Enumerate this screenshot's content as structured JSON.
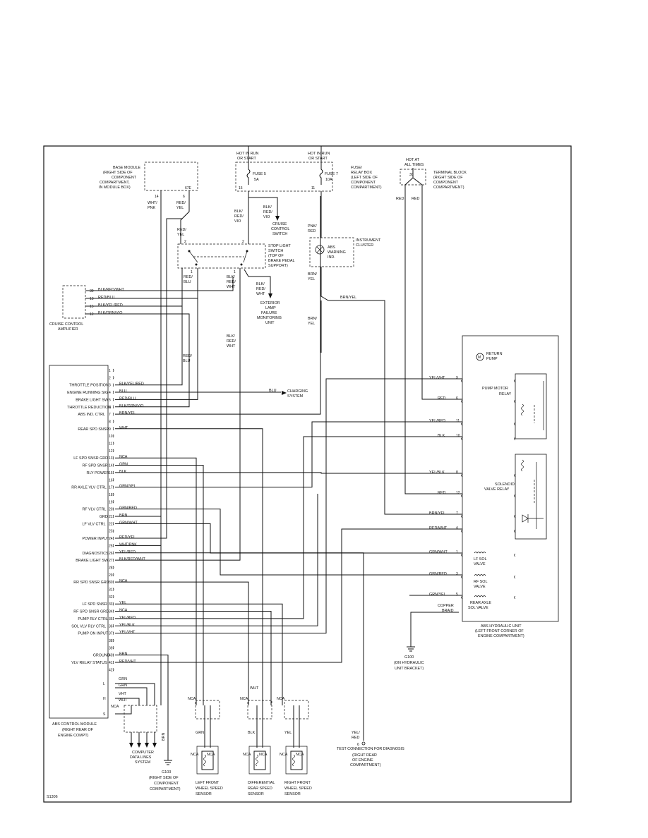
{
  "figure_id": "S1306",
  "module": {
    "name_lines": [
      "ABS CONTROL MODULE",
      "(RIGHT REAR OF",
      "ENGINE COMPT)"
    ],
    "pins": [
      {
        "n": "1",
        "label": "",
        "wire": ""
      },
      {
        "n": "2",
        "label": "",
        "wire": ""
      },
      {
        "n": "3",
        "label": "THROTTLE POSITION",
        "wire": "BLK/YEL/RED"
      },
      {
        "n": "4",
        "label": "ENGINE RUNNING SIG",
        "wire": "BLU"
      },
      {
        "n": "5",
        "label": "BRAKE LIGHT SW",
        "wire": "RED/BLU"
      },
      {
        "n": "6",
        "label": "THROTTLE REDUCTION",
        "wire": "BLK/GRN/VIO"
      },
      {
        "n": "7",
        "label": "ABS IND. CTRL",
        "wire": "BRN/YEL"
      },
      {
        "n": "8",
        "label": "",
        "wire": ""
      },
      {
        "n": "9",
        "label": "REAR SPD SNSR",
        "wire": "WHT"
      },
      {
        "n": "10",
        "label": "",
        "wire": ""
      },
      {
        "n": "11",
        "label": "",
        "wire": ""
      },
      {
        "n": "12",
        "label": "",
        "wire": ""
      },
      {
        "n": "13",
        "label": "LF SPD SNSR GRD",
        "wire": "NCA"
      },
      {
        "n": "14",
        "label": "RF SPD SNSR",
        "wire": "GRN"
      },
      {
        "n": "15",
        "label": "RLY POWER",
        "wire": "BLK"
      },
      {
        "n": "16",
        "label": "",
        "wire": ""
      },
      {
        "n": "17",
        "label": "RR AXLE VLV CTRL",
        "wire": "GRN/YEL"
      },
      {
        "n": "18",
        "label": "",
        "wire": ""
      },
      {
        "n": "19",
        "label": "",
        "wire": ""
      },
      {
        "n": "20",
        "label": "RF VLV CTRL",
        "wire": "GRN/RED"
      },
      {
        "n": "21",
        "label": "GRD",
        "wire": "BRN"
      },
      {
        "n": "22",
        "label": "LF VLV CTRL",
        "wire": "GRN/WHT"
      },
      {
        "n": "23",
        "label": "",
        "wire": ""
      },
      {
        "n": "24",
        "label": "POWER INPUT",
        "wire": "RED/YEL"
      },
      {
        "n": "25",
        "label": "",
        "wire": "WHT/PNK"
      },
      {
        "n": "26",
        "label": "DIAGNOSTICS",
        "wire": "YEL/RED"
      },
      {
        "n": "27",
        "label": "BRAKE LIGHT SW",
        "wire": "BLK/RED/WHT"
      },
      {
        "n": "28",
        "label": "",
        "wire": ""
      },
      {
        "n": "29",
        "label": "",
        "wire": ""
      },
      {
        "n": "30",
        "label": "RR SPD SNSR GRD",
        "wire": "NCA"
      },
      {
        "n": "31",
        "label": "",
        "wire": ""
      },
      {
        "n": "32",
        "label": "",
        "wire": ""
      },
      {
        "n": "33",
        "label": "LF SPD SNSR",
        "wire": "YEL"
      },
      {
        "n": "34",
        "label": "RF SPD SNSR GRD",
        "wire": "NCA"
      },
      {
        "n": "35",
        "label": "PUMP RLY CTRL",
        "wire": "YEL/RED"
      },
      {
        "n": "36",
        "label": "SOL VLV RLY CTRL",
        "wire": "YEL/BLK"
      },
      {
        "n": "37",
        "label": "PUMP ON INPUT",
        "wire": "YEL/VHT"
      },
      {
        "n": "38",
        "label": "",
        "wire": ""
      },
      {
        "n": "39",
        "label": "",
        "wire": ""
      },
      {
        "n": "40",
        "label": "GROUND",
        "wire": "BRN"
      },
      {
        "n": "41",
        "label": "VLV RELAY STATUS",
        "wire": "RED/VHT"
      },
      {
        "n": "42",
        "label": "",
        "wire": ""
      }
    ],
    "data_pins": [
      {
        "n": "L",
        "wires": [
          "GRN",
          "GRN"
        ]
      },
      {
        "n": "H",
        "wires": [
          "VHT",
          "WHT"
        ]
      },
      {
        "n": "S",
        "wires": [
          "NCA"
        ]
      }
    ]
  },
  "base_module": {
    "lines": [
      "BASE MODULE",
      "(RIGHT SIDE OF",
      "COMPONENT",
      "COMPARTMENT,",
      "IN MODULE BOX)"
    ],
    "pin_a": "14",
    "pin_b": "6",
    "pin_b_sub": "67E",
    "wire_a": [
      "WHT/",
      "PNK"
    ],
    "wire_b": [
      "RED/",
      "YEL"
    ]
  },
  "fuse_box": {
    "hot1": [
      "HOT IN RUN",
      "OR START"
    ],
    "hot2": [
      "HOT IN RUN",
      "OR START"
    ],
    "fuse5": [
      "FUSE 5",
      "5A"
    ],
    "fuse7": [
      "FUSE 7",
      "10A"
    ],
    "pin15": "15",
    "pin11": "11",
    "lines": [
      "FUSE/",
      "RELAY BOX",
      "(LEFT SIDE OF",
      "COMPONENT",
      "COMPARTMENT)"
    ]
  },
  "terminal_block": {
    "hot": [
      "HOT AT",
      "ALL TIMES"
    ],
    "pin": "30",
    "lines": [
      "TERMINAL BLOCK",
      "(RIGHT SIDE OF",
      "COMPONENT",
      "COMPARTMENT)"
    ],
    "wire_left": "RED",
    "wire_right": "RED"
  },
  "cruise_switch": {
    "wire": [
      "BLK/",
      "RED/",
      "VIO"
    ],
    "lines": [
      "CRUISE",
      "CONTROL",
      "SWITCH"
    ]
  },
  "stop_switch": {
    "lines": [
      "STOP LIGHT",
      "SWITCH",
      "(TOP OF",
      "BRAKE PEDAL",
      "SUPPORT)"
    ],
    "pin2a": "2",
    "pin2b": "2",
    "pin1a": "1",
    "pin1b": "1",
    "wire_in_a": [
      "RED/",
      "YEL"
    ],
    "wire_in_b": [
      "BLK/",
      "RED/",
      "VIO"
    ],
    "wire_out_a": [
      "RED/",
      "BLU"
    ],
    "wire_out_b": [
      "BLK/",
      "RED/",
      "WHT"
    ]
  },
  "exterior_lamp": {
    "wire": [
      "BLK/",
      "RED/",
      "WHT"
    ],
    "lines": [
      "EXTERIOR",
      "LAMP",
      "FAILURE",
      "MONITORING",
      "UNIT"
    ]
  },
  "cluster": {
    "wire_in": [
      "PNK/",
      "RED"
    ],
    "lamp": [
      "ABS",
      "WARNING",
      "IND."
    ],
    "lines": [
      "INSTRUMENT",
      "CLUSTER"
    ],
    "wire_out": [
      "BRN/",
      "YEL"
    ],
    "wire_out2": [
      "BRN/",
      "YEL"
    ],
    "branch": "BRN/YEL"
  },
  "cruise_amp": {
    "lines": [
      "CRUISE CONTROL",
      "AMPLIFIER"
    ],
    "pins": [
      {
        "n": "30",
        "wire": "BLK/RED/WHT"
      },
      {
        "n": "13",
        "wire": "RED/BLU"
      },
      {
        "n": "15",
        "wire": "BLK/YEL/RED"
      },
      {
        "n": "12",
        "wire": "BLK/GRN/VIO"
      }
    ]
  },
  "side_wires": {
    "red_blu": [
      "RED/",
      "BLU"
    ],
    "blk_red_wht": [
      "BLK/",
      "RED/",
      "WHT"
    ],
    "red_yel": [
      "RED/",
      "YEL"
    ]
  },
  "charging": {
    "wire": "BLU",
    "lines": [
      "CHARGING",
      "SYSTEM"
    ]
  },
  "hydraulic": {
    "lines": [
      "ABS HYDRAULIC UNIT",
      "(LEFT FRONT CORNER OF",
      "ENGINE COMPARTMENT)"
    ],
    "return_pump": [
      "RETURN",
      "PUMP"
    ],
    "pump_relay": [
      "PUMP MOTOR",
      "RELAY"
    ],
    "sol_relay": [
      "SOLENOID",
      "VALVE RELAY"
    ],
    "lf": [
      "LF SOL",
      "VALVE"
    ],
    "rf": [
      "RF SOL",
      "VALVE"
    ],
    "ra": [
      "REAR AXLE",
      "SOL VALVE"
    ],
    "braid": [
      "COPPER",
      "BRAID"
    ],
    "pins": [
      {
        "n": "9",
        "wire": "YEL/VHT"
      },
      {
        "n": "6",
        "wire": "RED"
      },
      {
        "n": "11",
        "wire": "YEL/RED"
      },
      {
        "n": "10",
        "wire": "BLK"
      },
      {
        "n": "8",
        "wire": "YEL/BLK"
      },
      {
        "n": "12",
        "wire": "RED"
      },
      {
        "n": "7",
        "wire": "BRN/YEL"
      },
      {
        "n": "4",
        "wire": "RED/WHT"
      },
      {
        "n": "1",
        "wire": "GRN/WHT"
      },
      {
        "n": "3",
        "wire": "GRN/RED"
      },
      {
        "n": "5",
        "wire": "GRN/YEL"
      }
    ]
  },
  "ground_g100": [
    "G100",
    "(ON HYDRAULIC",
    "UNIT BRACKET)"
  ],
  "ground_g103": [
    "G103",
    "(RIGHT SIDE OF",
    "COMPONENT",
    "COMPARTMENT)"
  ],
  "data_lines": [
    "COMPUTER",
    "DATA LINES",
    "SYSTEM"
  ],
  "brn_label": "BRN",
  "test_conn": {
    "pin": "6",
    "wire": [
      "YEL/",
      "RED"
    ],
    "lines": [
      "TEST CONNECTION FOR DIAGNOSIS",
      "(RIGHT REAR",
      "OF ENGINE",
      "COMPARTMENT)"
    ]
  },
  "sensors": [
    {
      "nca_top": "NCA",
      "wire": "GRN",
      "nca_l": "NCA",
      "nca_r": "NCA",
      "lines": [
        "LEFT FRONT",
        "WHEEL SPEED",
        "SENSOR"
      ]
    },
    {
      "nca_top": "NCA",
      "wht": "WHT",
      "wire": "BLK",
      "nca_l": "NCA",
      "nca_r": "NCA",
      "lines": [
        "DIFFERENTIAL",
        "REAR SPEED",
        "SENSOR"
      ]
    },
    {
      "nca_top": "NCA",
      "wire": "YEL",
      "nca_l": "NCA",
      "nca_r": "NCA",
      "lines": [
        "RIGHT FRONT",
        "WHEEL SPEED",
        "SENSOR"
      ]
    }
  ]
}
